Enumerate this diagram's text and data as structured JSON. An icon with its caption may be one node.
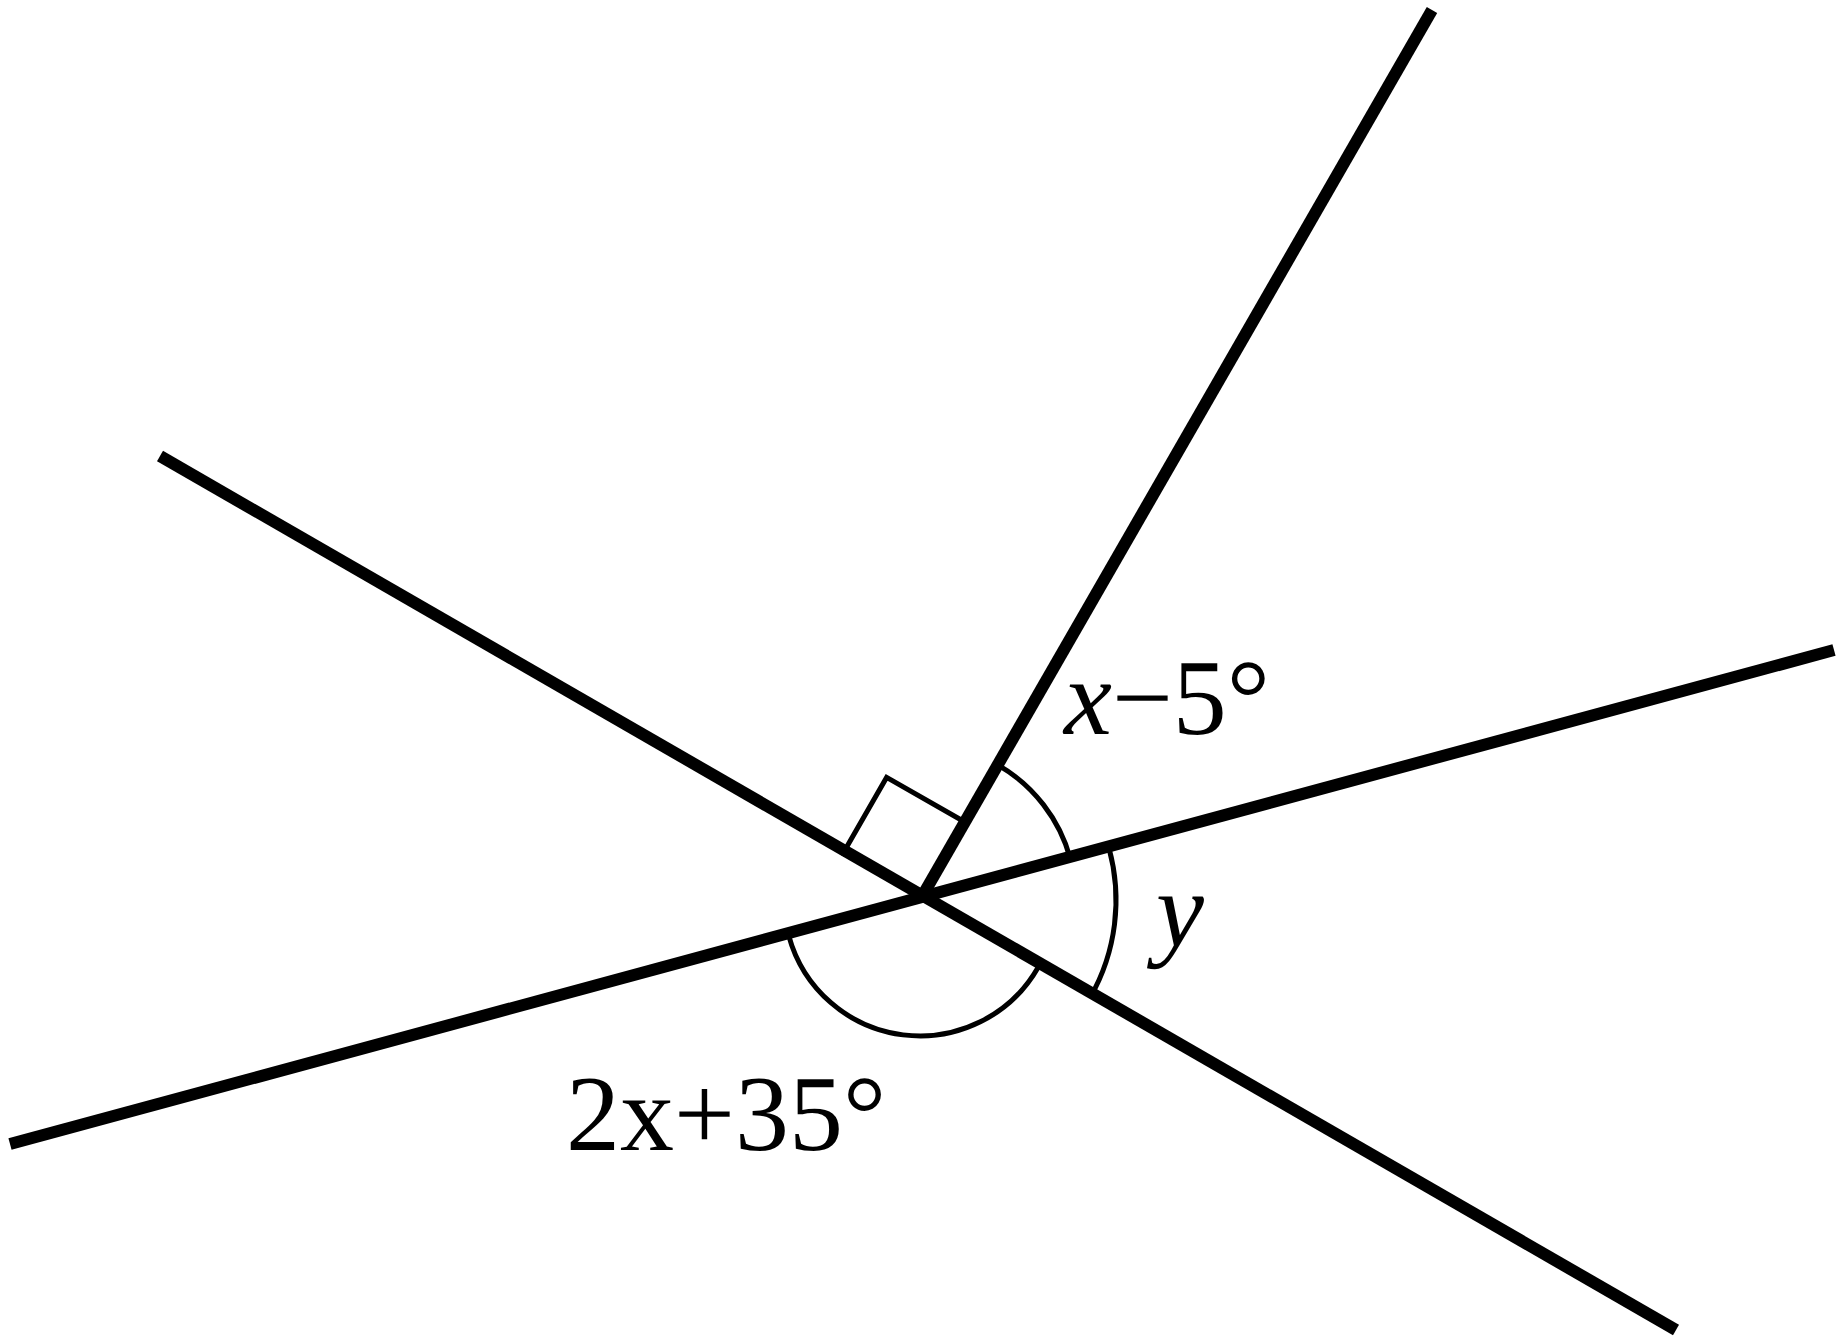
{
  "diagram": {
    "labels": [
      "*x*−5°",
      "y",
      "2x+35°"
    ]
  }
}
